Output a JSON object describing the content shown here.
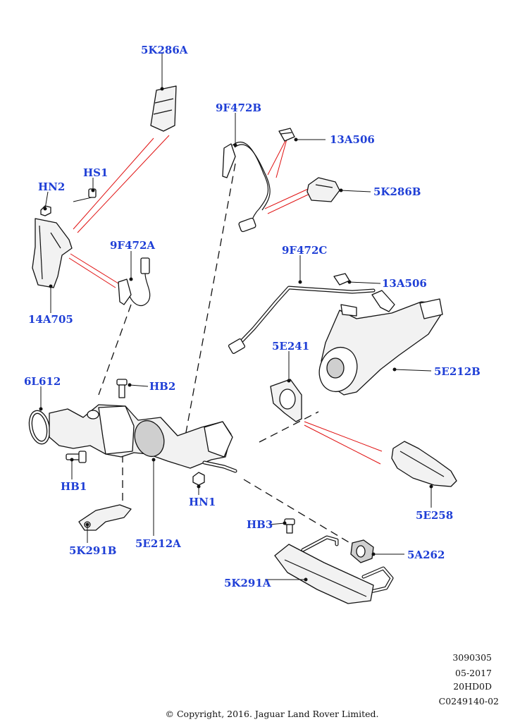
{
  "labels": {
    "l_5K286A_top": "5K286A",
    "l_9F472B": "9F472B",
    "l_13A506_top": "13A506",
    "l_5K286B": "5K286B",
    "l_HS1": "HS1",
    "l_HN2": "HN2",
    "l_9F472A": "9F472A",
    "l_14A705": "14A705",
    "l_9F472C": "9F472C",
    "l_13A506_mid": "13A506",
    "l_5E241": "5E241",
    "l_5E212B": "5E212B",
    "l_6L612": "6L612",
    "l_HB2": "HB2",
    "l_HB1": "HB1",
    "l_HN1": "HN1",
    "l_5E258": "5E258",
    "l_5K291B": "5K291B",
    "l_5E212A": "5E212A",
    "l_HB3": "HB3",
    "l_5A262": "5A262",
    "l_5K291A": "5K291A"
  },
  "footer": {
    "code": "3090305",
    "date": "05-2017",
    "model": "20HD0D",
    "ref": "C0249140-02",
    "copyright": "© Copyright, 2016. Jaguar Land Rover Limited."
  }
}
